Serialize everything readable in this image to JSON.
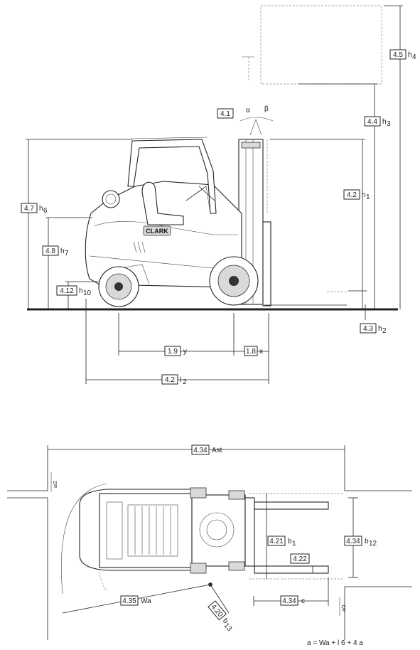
{
  "side_view": {
    "brand": "CLARK",
    "labels": {
      "ref_4_5": "4.5",
      "sym_4_5": "h",
      "sub_4_5": "4",
      "ref_4_4": "4.4",
      "sym_4_4": "h",
      "sub_4_4": "3",
      "ref_4_1": "4.1",
      "alpha": "α",
      "beta": "β",
      "ref_4_2": "4.2",
      "sym_4_2": "h",
      "sub_4_2": "1",
      "ref_4_7": "4.7",
      "sym_4_7": "h",
      "sub_4_7": "6",
      "ref_4_8": "4.8",
      "sym_4_8": "h",
      "sub_4_8": "7",
      "ref_4_12": "4.12",
      "sym_4_12": "h",
      "sub_4_12": "10",
      "ref_4_3": "4.3",
      "sym_4_3": "h",
      "sub_4_3": "2",
      "ref_1_9": "1.9",
      "sym_1_9": "y",
      "ref_1_8": "1.8",
      "sym_1_8": "x",
      "ref_4_2b": "4.2",
      "sym_4_2b": "l",
      "sub_4_2b": "2"
    }
  },
  "top_view": {
    "labels": {
      "ref_ast": "4.34",
      "sym_ast": "Ast",
      "ref_b1": "4.21",
      "sym_b1": "b",
      "sub_b1": "1",
      "ref_b12": "4.34",
      "sym_b12": "b",
      "sub_b12": "12",
      "ref_4_22": "4.22",
      "ref_wa": "4.35",
      "sym_wa": "Wa",
      "ref_b13": "4.20",
      "sym_b13": "b",
      "sub_b13": "13",
      "ref_s": "4.34",
      "sym_s": "c",
      "a_top": "a/2",
      "a_bottom": "a/2"
    }
  },
  "footer_text": "a = Wa + l 6 + 4 a"
}
